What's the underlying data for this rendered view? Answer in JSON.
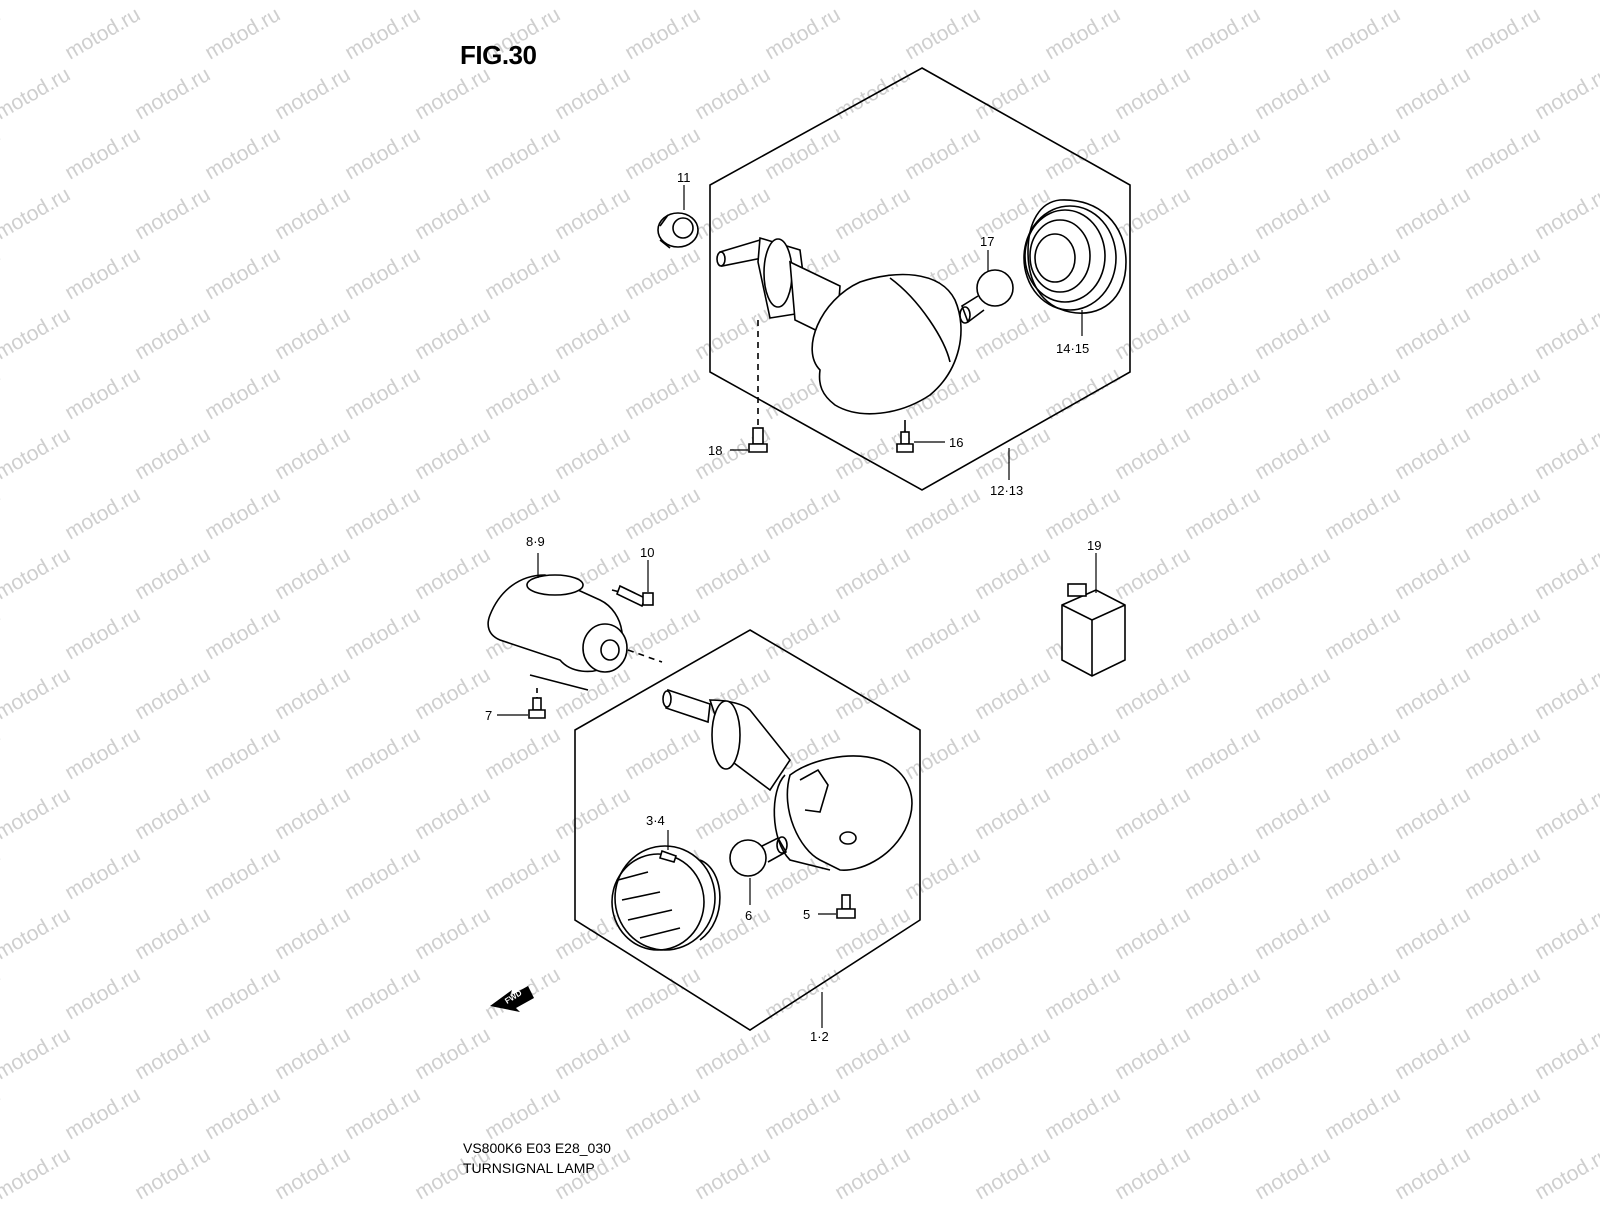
{
  "figure": {
    "title": "FIG.30"
  },
  "footer": {
    "code": "VS800K6 E03 E28_030",
    "name": "TURNSIGNAL LAMP"
  },
  "watermark": {
    "text": "motod.ru"
  },
  "fwd_arrow": {
    "text": "FWD"
  },
  "callouts": [
    {
      "id": "rear-lamp-assy",
      "label": "12·13"
    },
    {
      "id": "cap",
      "label": "11"
    },
    {
      "id": "rear-bulb",
      "label": "17"
    },
    {
      "id": "rear-lens",
      "label": "14·15"
    },
    {
      "id": "rear-screw-left",
      "label": "18"
    },
    {
      "id": "rear-screw-right",
      "label": "16"
    },
    {
      "id": "bracket",
      "label": "8·9"
    },
    {
      "id": "bracket-bolt",
      "label": "10"
    },
    {
      "id": "bracket-screw",
      "label": "7"
    },
    {
      "id": "relay",
      "label": "19"
    },
    {
      "id": "front-lens",
      "label": "3·4"
    },
    {
      "id": "front-bulb",
      "label": "6"
    },
    {
      "id": "front-screw",
      "label": "5"
    },
    {
      "id": "front-lamp-assy",
      "label": "1·2"
    }
  ]
}
